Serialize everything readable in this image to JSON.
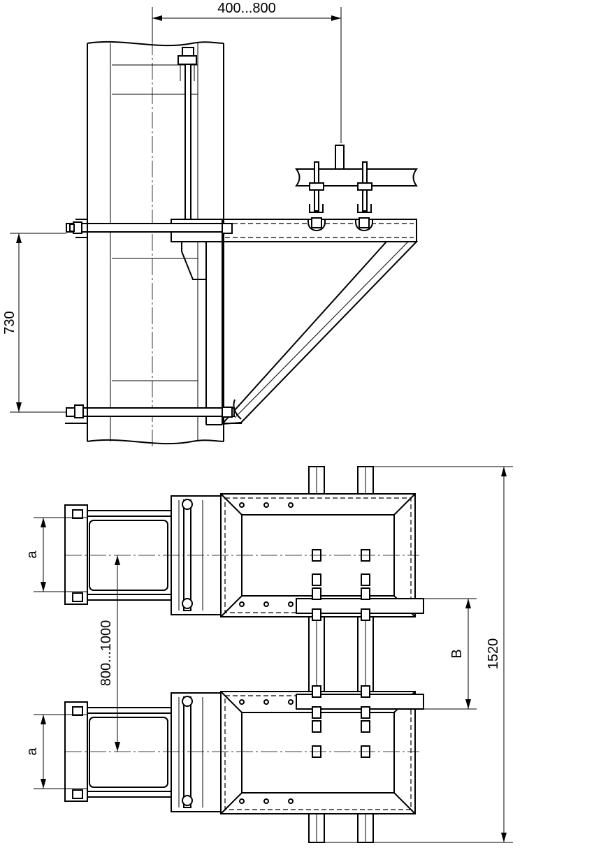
{
  "dimensions": {
    "top_span": "400...800",
    "vertical_span": "730",
    "clamp_width_upper": "a",
    "clamp_width_lower": "a",
    "pitch": "800...1000",
    "gap": "B",
    "overall_height": "1520"
  }
}
